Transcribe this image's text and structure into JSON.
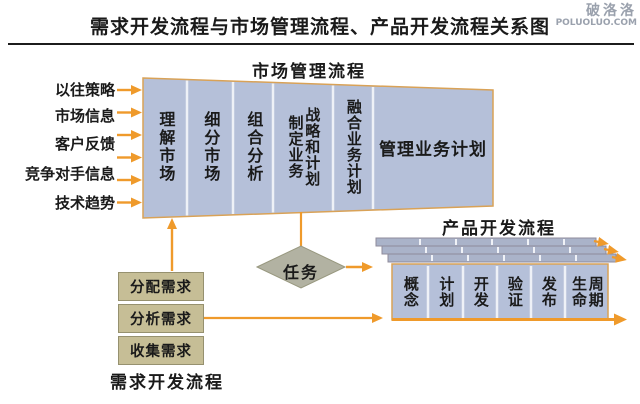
{
  "header": {
    "title": "需求开发流程与市场管理流程、产品开发流程关系图"
  },
  "watermark": {
    "name": "破洛洛",
    "site": "POLUOLUO.COM"
  },
  "inputs": {
    "items": [
      "以往策略",
      "市场信息",
      "客户反馈",
      "竞争对手信息",
      "技术趋势"
    ]
  },
  "market_process": {
    "title": "市场管理流程",
    "stages": [
      {
        "label": "理解市场"
      },
      {
        "label": "细分市场"
      },
      {
        "label": "组合分析"
      },
      {
        "label": "制定业务战略和计划",
        "line1": "制定业务",
        "line2": "战略和计划"
      },
      {
        "label": "融合业务计划"
      },
      {
        "label": "管理业务计划"
      }
    ]
  },
  "task": {
    "label": "任务"
  },
  "requirement_process": {
    "title": "需求开发流程",
    "boxes": [
      "分配需求",
      "分析需求",
      "收集需求"
    ]
  },
  "product_process": {
    "title": "产品开发流程",
    "phases": [
      {
        "label": "概念"
      },
      {
        "label": "计划"
      },
      {
        "label": "开发"
      },
      {
        "label": "验证"
      },
      {
        "label": "发布"
      },
      {
        "label": "生命周期",
        "line1": "生命",
        "line2": "周期"
      }
    ]
  },
  "colors": {
    "panel_blue": "#b5c0d9",
    "panel_border": "#d9a257",
    "arrow_orange": "#ef9a2b",
    "diamond_fill": "#b2b2a2",
    "diamond_border": "#98987f",
    "box_tan": "#c6be96",
    "box_border": "#96916f",
    "back_card_line": "#8f8b9b",
    "text": "#1a1a1a"
  }
}
